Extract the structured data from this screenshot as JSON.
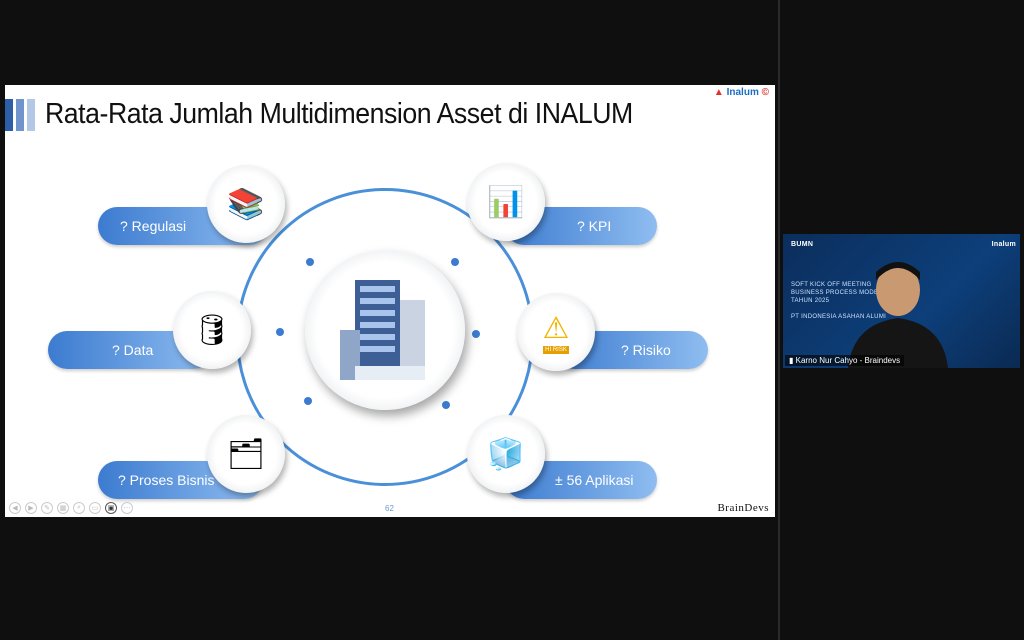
{
  "slide": {
    "title": "Rata-Rata Jumlah Multidimension Asset di INALUM",
    "logo": "Inalum",
    "items": [
      {
        "label": "? Regulasi",
        "icon": "gavel-books-icon"
      },
      {
        "label": "? KPI",
        "icon": "bar-chart-icon"
      },
      {
        "label": "? Data",
        "icon": "database-icon"
      },
      {
        "label": "? Risiko",
        "icon": "warning-sign-icon",
        "badge": "HI RISK"
      },
      {
        "label": "? Proses Bisnis",
        "icon": "flowchart-icon"
      },
      {
        "label": "± 56 Aplikasi",
        "icon": "cubes-icon"
      }
    ],
    "page_number": "62",
    "footer_brand": "BrainDevs"
  },
  "video": {
    "participant_name": "Karno Nur Cahyo - Braindevs",
    "bg_logo_left": "BUMN",
    "bg_logo_right": "Inalum",
    "bg_lines": [
      "SOFT KICK OFF MEETING",
      "BUSINESS PROCESS MODEL",
      "TAHUN 2025",
      "PT INDONESIA ASAHAN ALUMI"
    ]
  }
}
